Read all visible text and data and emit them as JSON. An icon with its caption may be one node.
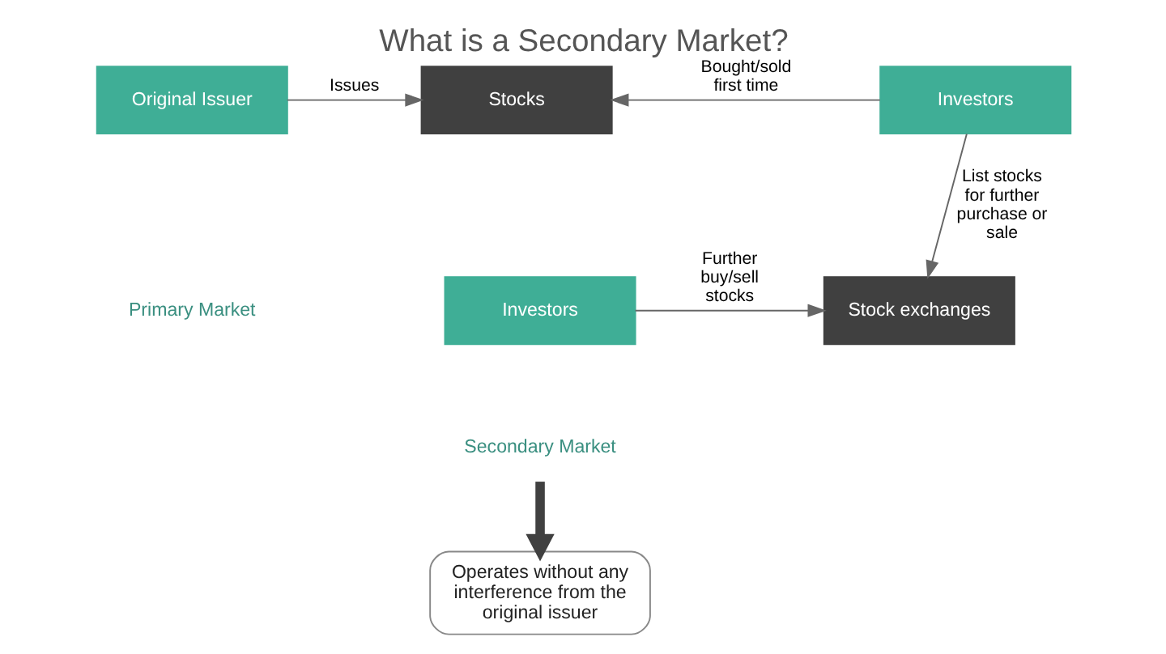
{
  "diagram": {
    "title": "What is a Secondary Market?",
    "nodes": [
      {
        "text": [
          "Original Issuer"
        ]
      },
      {
        "text": [
          "Stocks"
        ]
      },
      {
        "text": [
          "Investors"
        ]
      },
      {
        "text": [
          "Investors"
        ]
      },
      {
        "text": [
          "Stock exchanges"
        ]
      },
      {
        "text": [
          "Secondary Market"
        ]
      },
      {
        "text": [
          "Operates without any interference from the original issuer"
        ]
      }
    ],
    "edges": [
      {
        "from": 0,
        "to": 1,
        "arrow": "to",
        "label": "Issues"
      },
      {
        "from": 2,
        "to": 1,
        "arrow": "to",
        "label": "Bought/sold first time"
      },
      {
        "from": 2,
        "to": 4,
        "arrow": "to",
        "label": "List stocks for further purchase or sale"
      },
      {
        "from": 3,
        "to": 4,
        "arrow": "to",
        "label": "Further buy/sell stocks"
      },
      {
        "from": 5,
        "to": 6,
        "arrow": "to",
        "style": "thick"
      }
    ],
    "labels": [
      "Primary Market"
    ]
  }
}
